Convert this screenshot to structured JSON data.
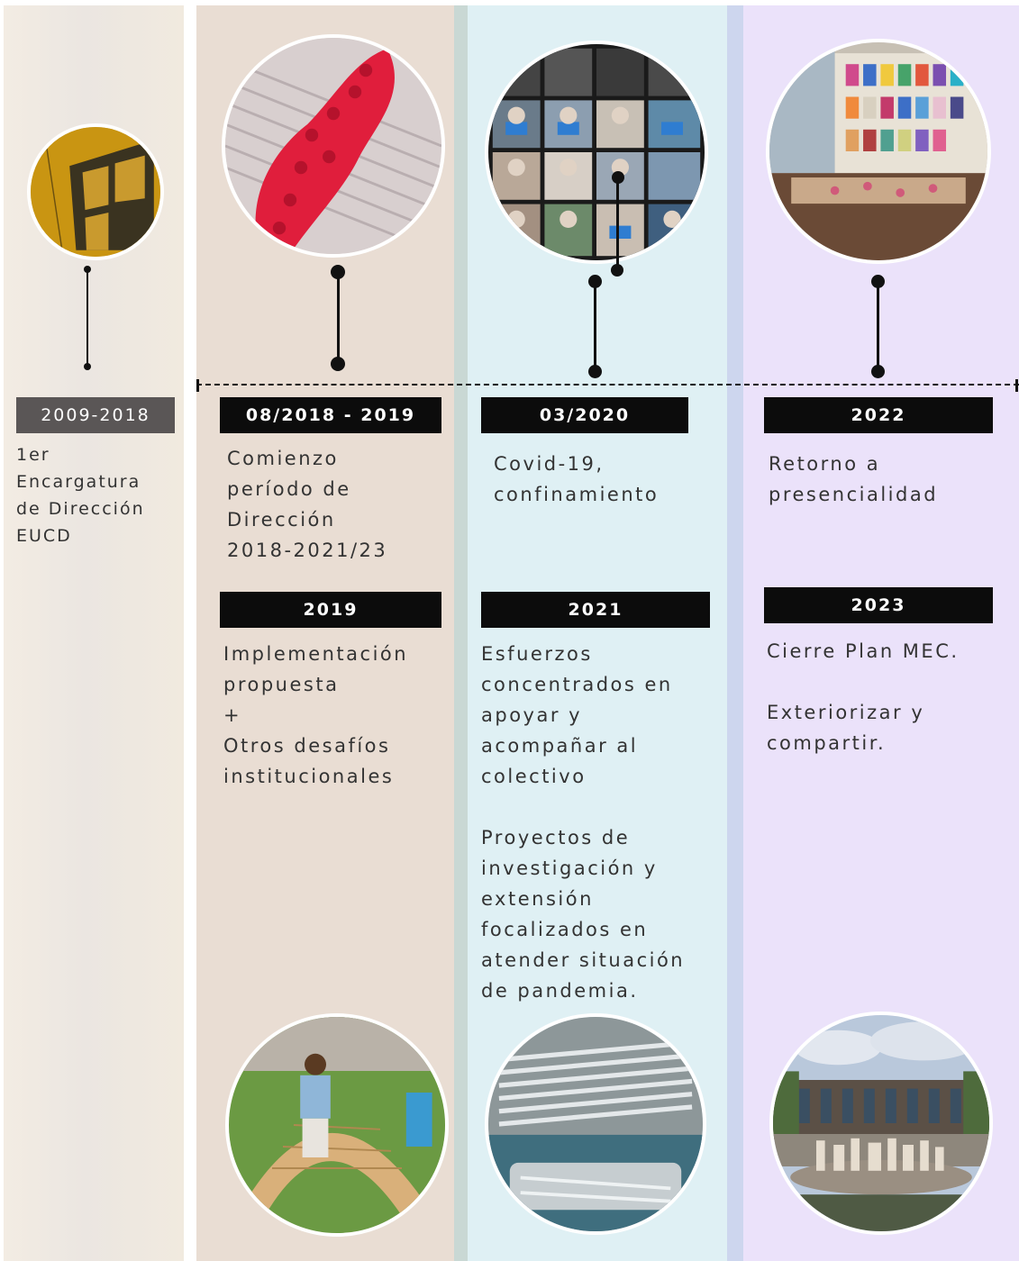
{
  "periods": [
    {
      "date": "2009-2018",
      "text": "1er\nEncargatura\nde Dirección\nEUCD",
      "image_top": "building-window-photo"
    },
    {
      "date": "08/2018 - 2019",
      "text": "Comienzo\nperíodo de\nDirección\n2018-2021/23",
      "image_top": "red-textile-artwork-photo",
      "second_date": "2019",
      "second_text": "Implementación\npropuesta\n+\nOtros desafíos\ninstitucionales",
      "image_bottom": "children-playground-photo"
    },
    {
      "date": "03/2020",
      "text": "Covid-19,\nconfinamiento",
      "image_top": "video-call-masks-photo",
      "second_date": "2021",
      "second_text": "Esfuerzos\nconcentrados en\napoyar y\nacompañar al\ncolectivo\n\nProyectos de\ninvestigación y\nextensión\nfocalizados en\natender situación\nde pandemia.",
      "image_bottom": "metal-instruments-photo"
    },
    {
      "date": "2022",
      "text": "Retorno a\npresencialidad",
      "image_top": "exhibition-room-photo",
      "second_date": "2023",
      "second_text": "Cierre Plan MEC.\n\nExteriorizar y\ncompartir.",
      "image_bottom": "building-sculpture-photo"
    }
  ],
  "colors": {
    "col1": "#f0e9df",
    "col2": "#e9ddd3",
    "col3": "#dff0f4",
    "col4": "#ebe2fa",
    "badge": "#0c0c0c",
    "badge_gray": "#5a5656"
  }
}
